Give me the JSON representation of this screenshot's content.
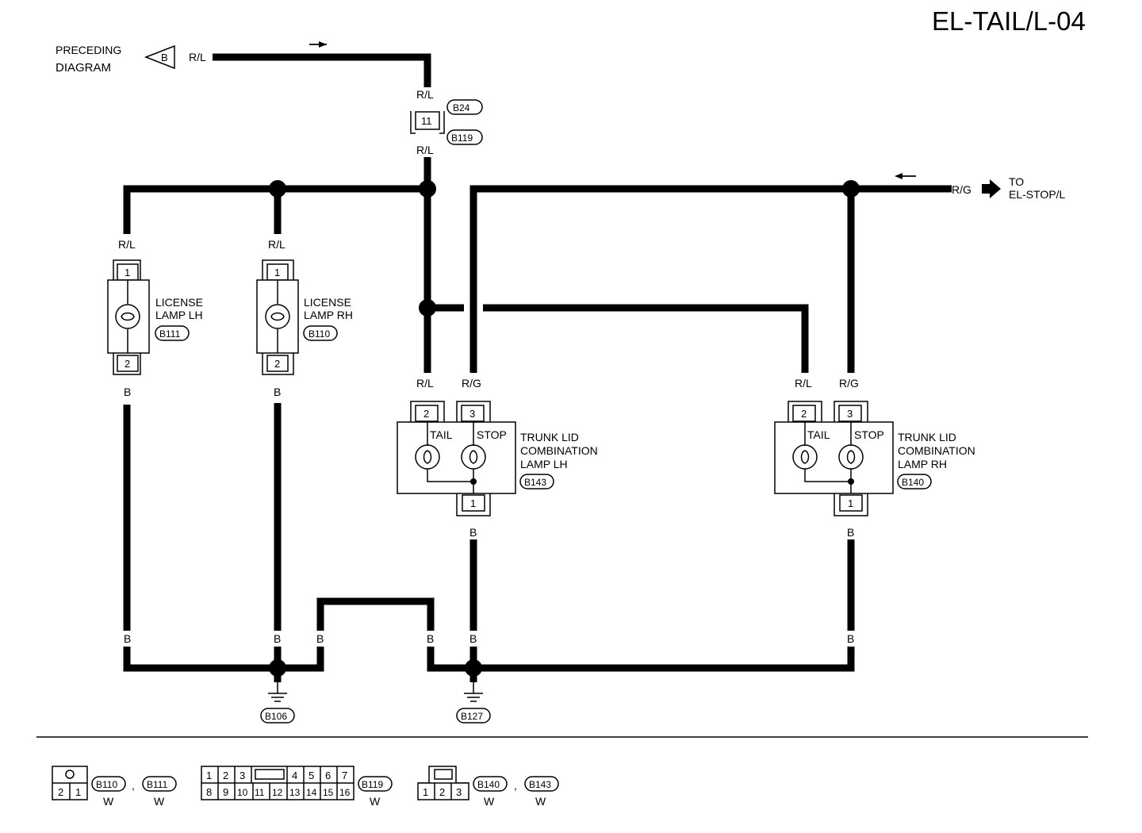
{
  "page_id": "EL-TAIL/L-04",
  "preceding": {
    "line1": "PRECEDING",
    "line2": "DIAGRAM",
    "arrow_label": "B",
    "wire": "R/L"
  },
  "to_stop": {
    "wire": "R/G",
    "line1": "TO",
    "line2": "EL-STOP/L"
  },
  "junction_connector": {
    "wire_top": "R/L",
    "pin": "11",
    "id_top": "B24",
    "id_bottom": "B119",
    "wire_bottom": "R/L"
  },
  "license_lh": {
    "wire_top": "R/L",
    "pin_top": "1",
    "pin_bottom": "2",
    "wire_bottom": "B",
    "line1": "LICENSE",
    "line2": "LAMP LH",
    "id": "B111"
  },
  "license_rh": {
    "wire_top": "R/L",
    "pin_top": "1",
    "pin_bottom": "2",
    "wire_bottom": "B",
    "line1": "LICENSE",
    "line2": "LAMP RH",
    "id": "B110"
  },
  "trunk_lh": {
    "wire_tail": "R/L",
    "wire_stop": "R/G",
    "pin_tail": "2",
    "pin_stop": "3",
    "tail_label": "TAIL",
    "stop_label": "STOP",
    "line1": "TRUNK LID",
    "line2": "COMBINATION",
    "line3": "LAMP LH",
    "id": "B143",
    "pin_ground": "1",
    "wire_ground": "B"
  },
  "trunk_rh": {
    "wire_tail": "R/L",
    "wire_stop": "R/G",
    "pin_tail": "2",
    "pin_stop": "3",
    "tail_label": "TAIL",
    "stop_label": "STOP",
    "line1": "TRUNK LID",
    "line2": "COMBINATION",
    "line3": "LAMP RH",
    "id": "B140",
    "pin_ground": "1",
    "wire_ground": "B"
  },
  "ground_wires": {
    "license_lh": "B",
    "license_rh": "B",
    "jumper_left": "B",
    "jumper_right": "B",
    "trunk_lh": "B",
    "trunk_rh": "B"
  },
  "grounds": {
    "left": "B106",
    "right": "B127"
  },
  "legend": {
    "conn_a": {
      "pins_top": [
        "○"
      ],
      "pins_bottom": [
        "2",
        "1"
      ],
      "id1": "B110",
      "sep": ",",
      "id2": "B111",
      "color1": "W",
      "color2": "W"
    },
    "conn_b": {
      "pins_top": [
        "1",
        "2",
        "3",
        "4",
        "5",
        "6",
        "7"
      ],
      "pins_bottom": [
        "8",
        "9",
        "10",
        "11",
        "12",
        "13",
        "14",
        "15",
        "16"
      ],
      "id": "B119",
      "color": "W"
    },
    "conn_c": {
      "pins_bottom": [
        "1",
        "2",
        "3"
      ],
      "id1": "B140",
      "sep": ",",
      "id2": "B143",
      "color1": "W",
      "color2": "W"
    }
  }
}
